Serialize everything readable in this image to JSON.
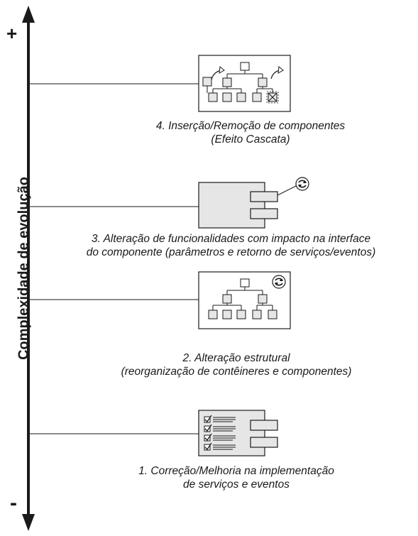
{
  "axis": {
    "label": "Complexidade de evolução",
    "top_sign": "+",
    "bottom_sign": "-"
  },
  "levels": [
    {
      "line1": "1. Correção/Melhoria na implementação",
      "line2": "de serviços e eventos"
    },
    {
      "line1": "2. Alteração estrutural",
      "line2": "(reorganização de contêineres e componentes)"
    },
    {
      "line1": "3. Alteração de funcionalidades com impacto na interface",
      "line2": "do componente (parâmetros e retorno de serviços/eventos)"
    },
    {
      "line1": "4. Inserção/Remoção de componentes",
      "line2": "(Efeito Cascata)"
    }
  ],
  "colors": {
    "ink": "#1a1a1a",
    "fill": "#e6e6e6"
  }
}
